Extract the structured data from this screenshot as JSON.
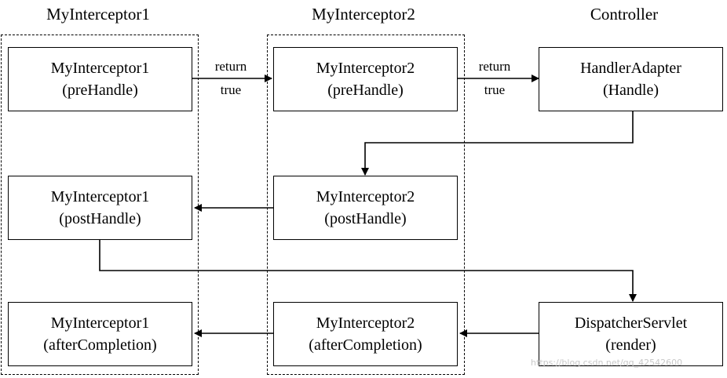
{
  "columns": {
    "col1": "MyInterceptor1",
    "col2": "MyInterceptor2",
    "col3": "Controller"
  },
  "boxes": {
    "mi1_pre": [
      "MyInterceptor1",
      "(preHandle)"
    ],
    "mi2_pre": [
      "MyInterceptor2",
      "(preHandle)"
    ],
    "handler": [
      "HandlerAdapter",
      "(Handle)"
    ],
    "mi1_post": [
      "MyInterceptor1",
      "(postHandle)"
    ],
    "mi2_post": [
      "MyInterceptor2",
      "(postHandle)"
    ],
    "mi1_after": [
      "MyInterceptor1",
      "(afterCompletion)"
    ],
    "mi2_after": [
      "MyInterceptor2",
      "(afterCompletion)"
    ],
    "dispatcher": [
      "DispatcherServlet",
      "(render)"
    ]
  },
  "edge_labels": {
    "pre1_to_pre2": [
      "return",
      "true"
    ],
    "pre2_to_handler": [
      "return",
      "true"
    ]
  },
  "watermark": "https://blog.csdn.net/qq_42542600"
}
